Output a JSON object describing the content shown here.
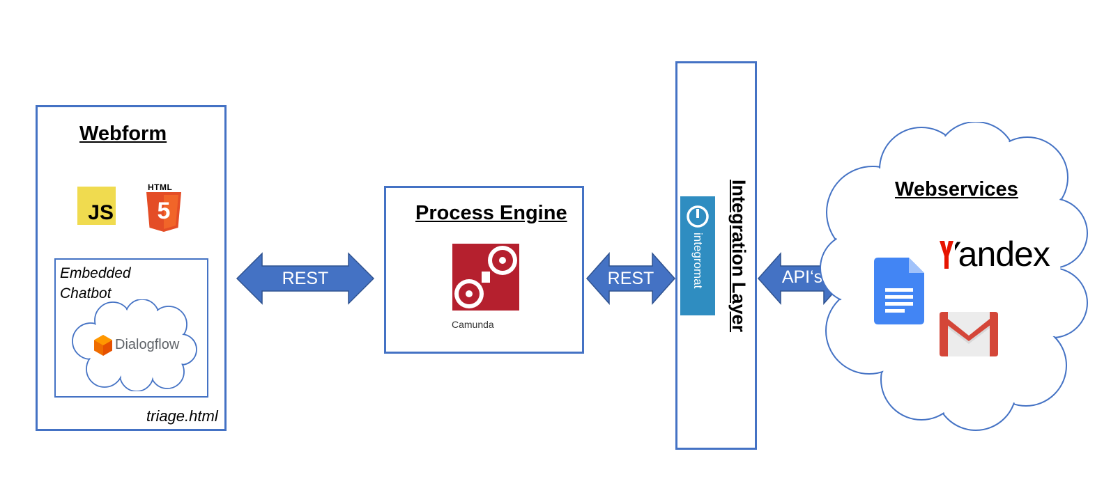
{
  "webform": {
    "title": "Webform",
    "js_label": "JS",
    "html_label": "HTML",
    "html_number": "5",
    "chatbot_label_line1": "Embedded",
    "chatbot_label_line2": "Chatbot",
    "dialogflow_label": "Dialogflow",
    "file_label": "triage.html"
  },
  "process_engine": {
    "title": "Process Engine",
    "camunda_label": "Camunda"
  },
  "integration": {
    "title": "Integration Layer",
    "integromat_label": "integromat"
  },
  "webservices": {
    "title": "Webservices",
    "yandex_label": "Yandex"
  },
  "arrows": {
    "left_label": "REST",
    "middle_label": "REST",
    "right_label": "API‘s"
  },
  "colors": {
    "border_blue": "#4472C4",
    "arrow_blue": "#4472C4",
    "js_yellow": "#F0DB4F",
    "html_orange": "#E44D26",
    "camunda_red": "#B5202E",
    "integromat_blue": "#2F8DC1",
    "dialogflow_orange": "#EF6C00",
    "yandex_red": "#E61400",
    "docs_blue": "#4285F4",
    "gmail_red": "#D44638"
  }
}
